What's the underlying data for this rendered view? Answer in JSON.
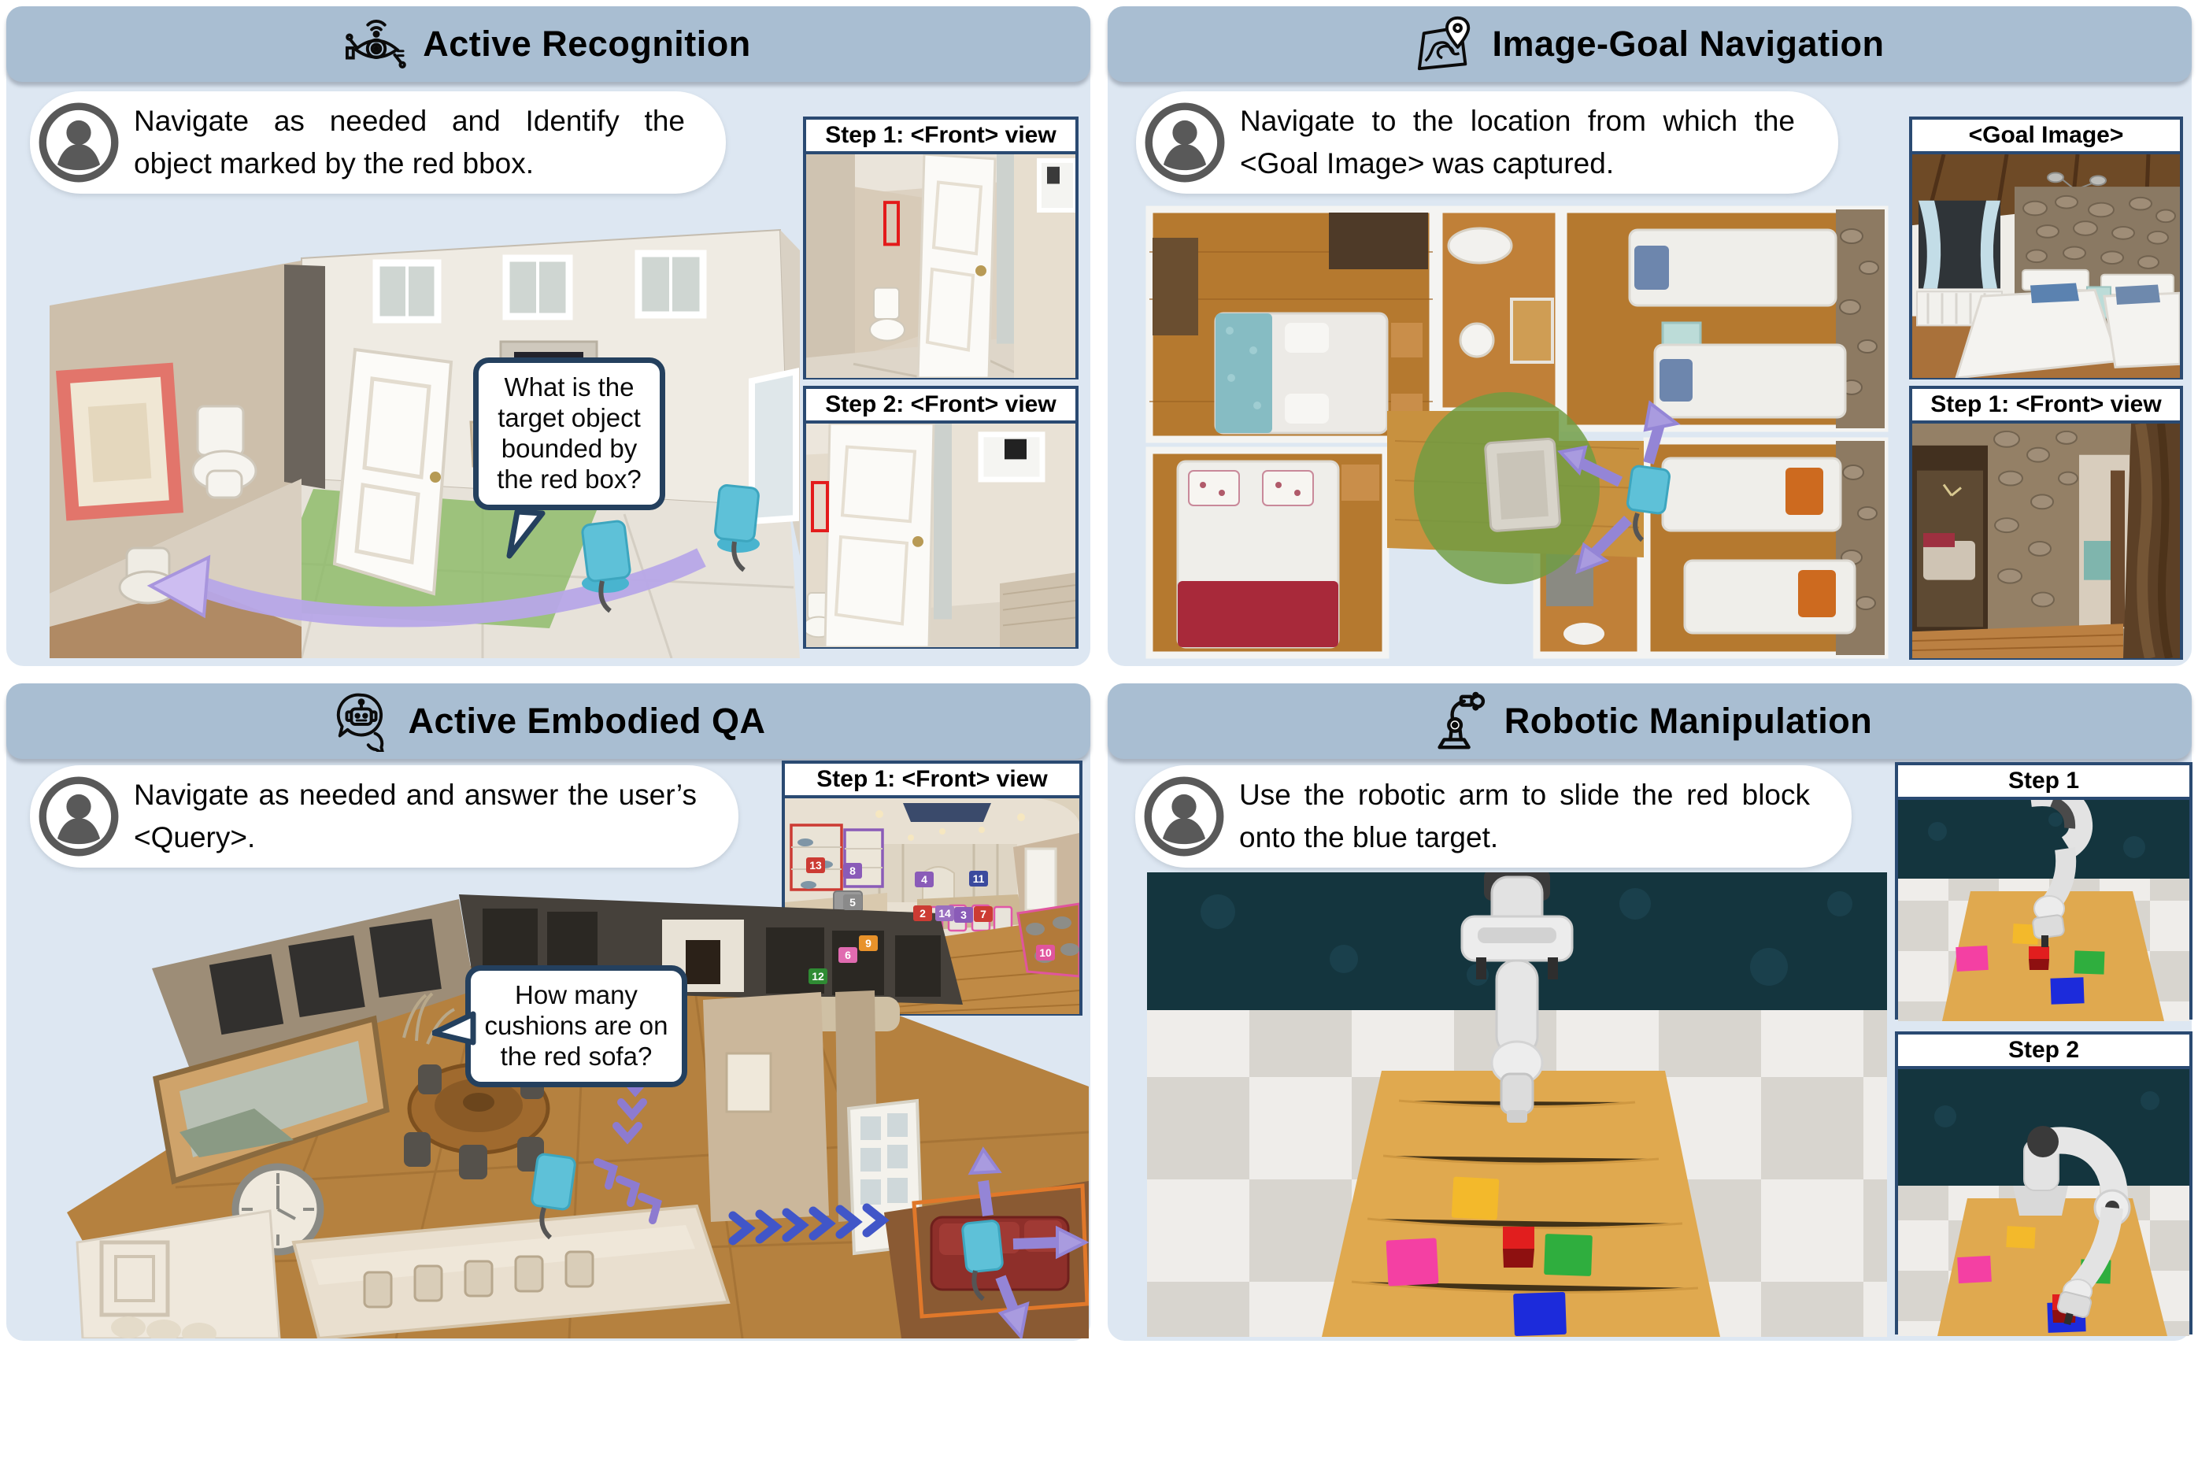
{
  "panels": {
    "recognition": {
      "title": "Active Recognition",
      "icon": "eye-circuit-icon",
      "instruction": "Navigate as needed and Identify the object marked by the red bbox.",
      "scene_bubble": "What is the target object bounded by the red box?",
      "step1_label": "Step 1: <Front> view",
      "step2_label": "Step 2: <Front> view"
    },
    "navigation": {
      "title": "Image-Goal Navigation",
      "icon": "map-pin-icon",
      "instruction": "Navigate to the location from which the <Goal Image> was captured.",
      "goal_label": "<Goal Image>",
      "step1_label": "Step 1: <Front> view"
    },
    "qa": {
      "title": "Active Embodied QA",
      "icon": "robot-chat-icon",
      "instruction": "Navigate as needed and answer the user’s <Query>.",
      "scene_bubble": "How many cushions are on the red sofa?",
      "step1_label": "Step 1: <Front> view",
      "mask_labels": [
        "2",
        "3",
        "4",
        "5",
        "6",
        "7",
        "8",
        "9",
        "10",
        "11",
        "12",
        "13",
        "14"
      ]
    },
    "manipulation": {
      "title": "Robotic Manipulation",
      "icon": "robot-arm-icon",
      "instruction": "Use the robotic arm to slide the red block onto the blue target.",
      "step1_label": "Step 1",
      "step2_label": "Step 2"
    }
  },
  "colors": {
    "quadrant_bg": "#dde7f2",
    "header_bg": "#a9bed2",
    "panel_border_navy": "#2a4a72",
    "bubble_border_navy": "#24405e",
    "arrow_purple": "#9485d6",
    "chevron_blue": "#4156c8",
    "agent_cyan": "#5ec1d8",
    "viewshed_green": "#6f9c42",
    "target_red": "#e11e1e",
    "target_blue": "#1c2bdb",
    "target_green": "#2fae3e",
    "target_yellow": "#f3b92b",
    "target_pink": "#f440a3",
    "bbox_red": "#e31b1b"
  }
}
